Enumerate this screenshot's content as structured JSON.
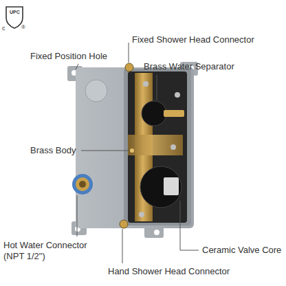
{
  "diagram": {
    "labels": [
      "UPC",
      "c",
      "®",
      "Fixed Shower Head Connector",
      "Fixed Position Hole",
      "Brass Water Separator",
      "Brass Body",
      "Hot Water Connector (NPT 1/2\")",
      "Ceramic Valve Core",
      "Hand Shower Head Connector"
    ]
  }
}
